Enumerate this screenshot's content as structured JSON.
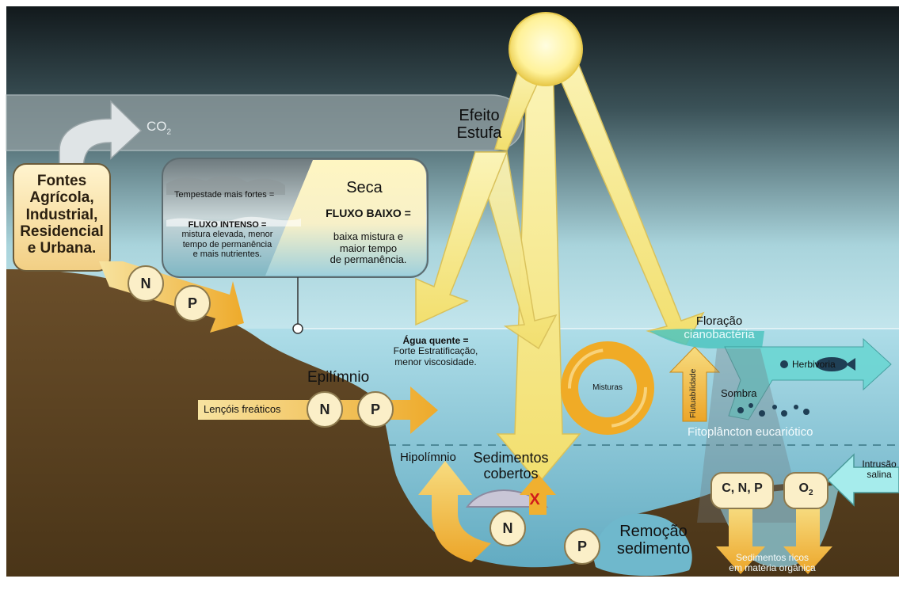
{
  "sources": {
    "line1": "Fontes",
    "line2": "Agrícola,",
    "line3": "Industrial,",
    "line4": "Residencial",
    "line5": "e Urbana."
  },
  "co2": {
    "label": "CO",
    "sub": "2"
  },
  "greenhouse": {
    "line1": "Efeito",
    "line2": "Estufa"
  },
  "storm_panel": {
    "storm_text": "Tempestade mais fortes =",
    "high_flow_title": "FLUXO INTENSO =",
    "high_flow_line1": "mistura elevada, menor",
    "high_flow_line2": "tempo de permanência",
    "high_flow_line3": "e mais nutrientes.",
    "drought_title": "Seca",
    "low_flow_title": "FLUXO BAIXO =",
    "low_flow_line1": "baixa mistura e",
    "low_flow_line2": "maior tempo",
    "low_flow_line3": "de permanência."
  },
  "nutrients": {
    "n": "N",
    "p": "P"
  },
  "warm_water": {
    "title": "Água quente =",
    "line1": "Forte Estratificação,",
    "line2": "menor viscosidade."
  },
  "lake": {
    "epilimnion": "Epilímnio",
    "groundwater": "Lençóis freáticos",
    "hypolimnion": "Hipolímnio",
    "covered_sediments_1": "Sedimentos",
    "covered_sediments_2": "cobertos",
    "x_mark": "X",
    "sediment_removal_1": "Remoção",
    "sediment_removal_2": "sedimento",
    "mixing": "Misturas",
    "buoyancy": "Flutuabilidade",
    "bloom_1": "Floração",
    "bloom_2": "cianobactéria",
    "herbivory": "Herbivoria",
    "shade": "Sombra",
    "phytoplankton": "Fitoplâncton eucariótico",
    "saline_1": "Intrusão",
    "saline_2": "salina",
    "cnp": "C, N, P",
    "o2": "O",
    "o2_sub": "2",
    "rich_sed_1": "Sedimentos ricos",
    "rich_sed_2": "em matéria orgânica"
  },
  "colors": {
    "sky_top": "#1c2a2e",
    "sky_bottom": "#bfe3ea",
    "water": "#9fd4e2",
    "water_deep": "#6fb8cc",
    "soil": "#5c4323",
    "sun": "#fff4a0",
    "arrow_yellow": "#f6e98a",
    "arrow_orange": "#f0b030",
    "cyan_arrow": "#6fd8d8"
  }
}
